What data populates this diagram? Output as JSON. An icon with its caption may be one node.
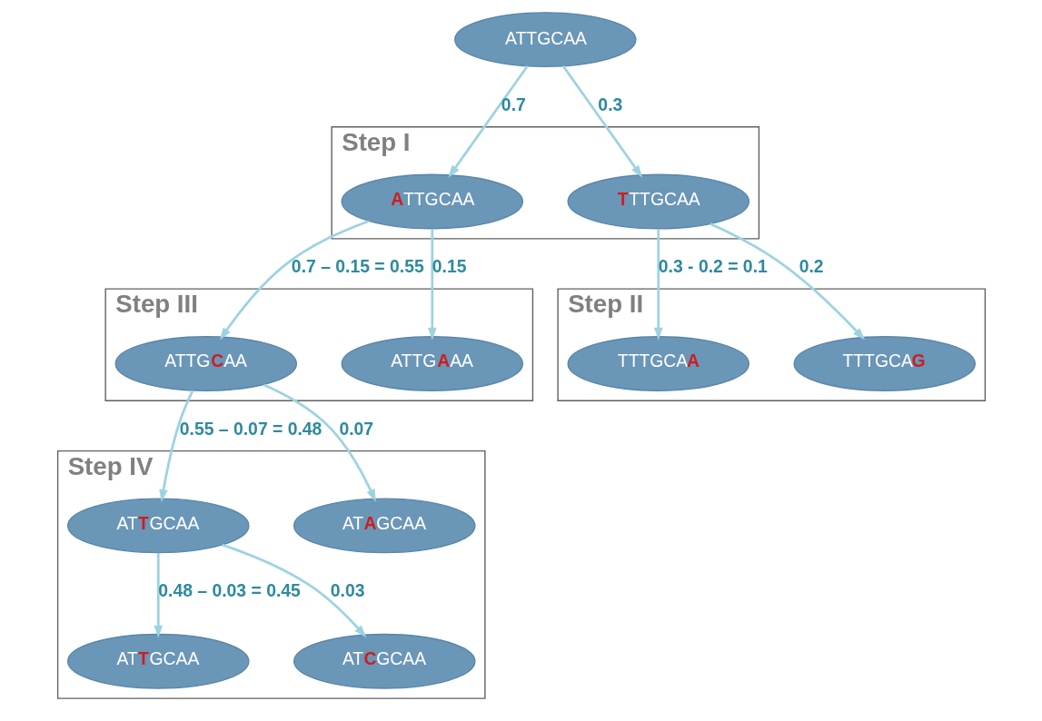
{
  "diagram": {
    "nodes": [
      {
        "text": [
          "ATTGCAA"
        ]
      },
      {
        "text": [
          "Step I"
        ]
      },
      {
        "text": [
          "**A**TTGCAA"
        ],
        "in": 1
      },
      {
        "text": [
          "**T**TTGCAA"
        ],
        "in": 1
      },
      {
        "text": [
          "Step III"
        ]
      },
      {
        "text": [
          "ATTG**C**AA"
        ],
        "in": 4
      },
      {
        "text": [
          "ATTG**A**AA"
        ],
        "in": 4
      },
      {
        "text": [
          "Step II"
        ]
      },
      {
        "text": [
          "TTTGCA**A**"
        ],
        "in": 7
      },
      {
        "text": [
          "TTTGCA**G**"
        ],
        "in": 7
      },
      {
        "text": [
          "Step IV"
        ]
      },
      {
        "text": [
          "AT**T**GCAA"
        ],
        "in": 10
      },
      {
        "text": [
          "AT**A**GCAA"
        ],
        "in": 10
      },
      {
        "text": [
          "AT**T**GCAA"
        ],
        "in": 10
      },
      {
        "text": [
          "AT**C**GCAA"
        ],
        "in": 10
      }
    ],
    "edges": [
      {
        "from": 0,
        "to": 2,
        "arrow": "to",
        "label": "0.7"
      },
      {
        "from": 0,
        "to": 3,
        "arrow": "to",
        "label": "0.3"
      },
      {
        "from": 2,
        "to": 5,
        "arrow": "to",
        "label": "0.7 – 0.15 = 0.55"
      },
      {
        "from": 2,
        "to": 6,
        "arrow": "to",
        "label": "0.15"
      },
      {
        "from": 3,
        "to": 8,
        "arrow": "to",
        "label": "0.3 - 0.2 = 0.1"
      },
      {
        "from": 3,
        "to": 9,
        "arrow": "to",
        "label": "0.2"
      },
      {
        "from": 5,
        "to": 11,
        "arrow": "to",
        "label": "0.55 – 0.07 = 0.48"
      },
      {
        "from": 5,
        "to": 12,
        "arrow": "to",
        "label": "0.07"
      },
      {
        "from": 11,
        "to": 13,
        "arrow": "to",
        "label": "0.48 – 0.03 = 0.45"
      },
      {
        "from": 11,
        "to": 14,
        "arrow": "to",
        "label": "0.03"
      }
    ]
  }
}
